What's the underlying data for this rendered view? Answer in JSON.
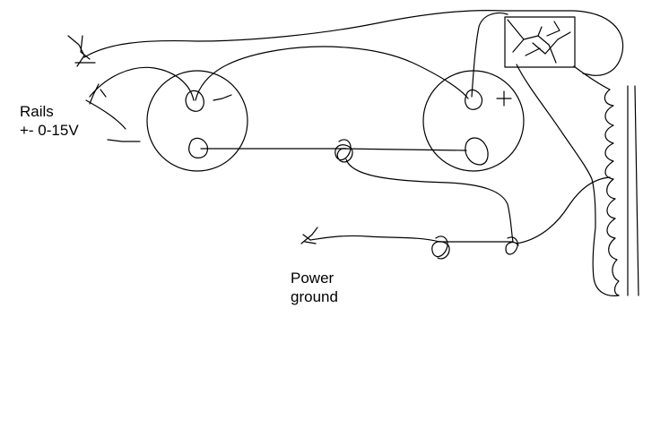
{
  "labels": {
    "rails_line1": "Rails",
    "rails_line2": "+- 0-15V",
    "power_line1": "Power",
    "power_line2": "ground",
    "plus_sign": "+"
  },
  "colors": {
    "ink": "#000000",
    "background": "#ffffff"
  }
}
